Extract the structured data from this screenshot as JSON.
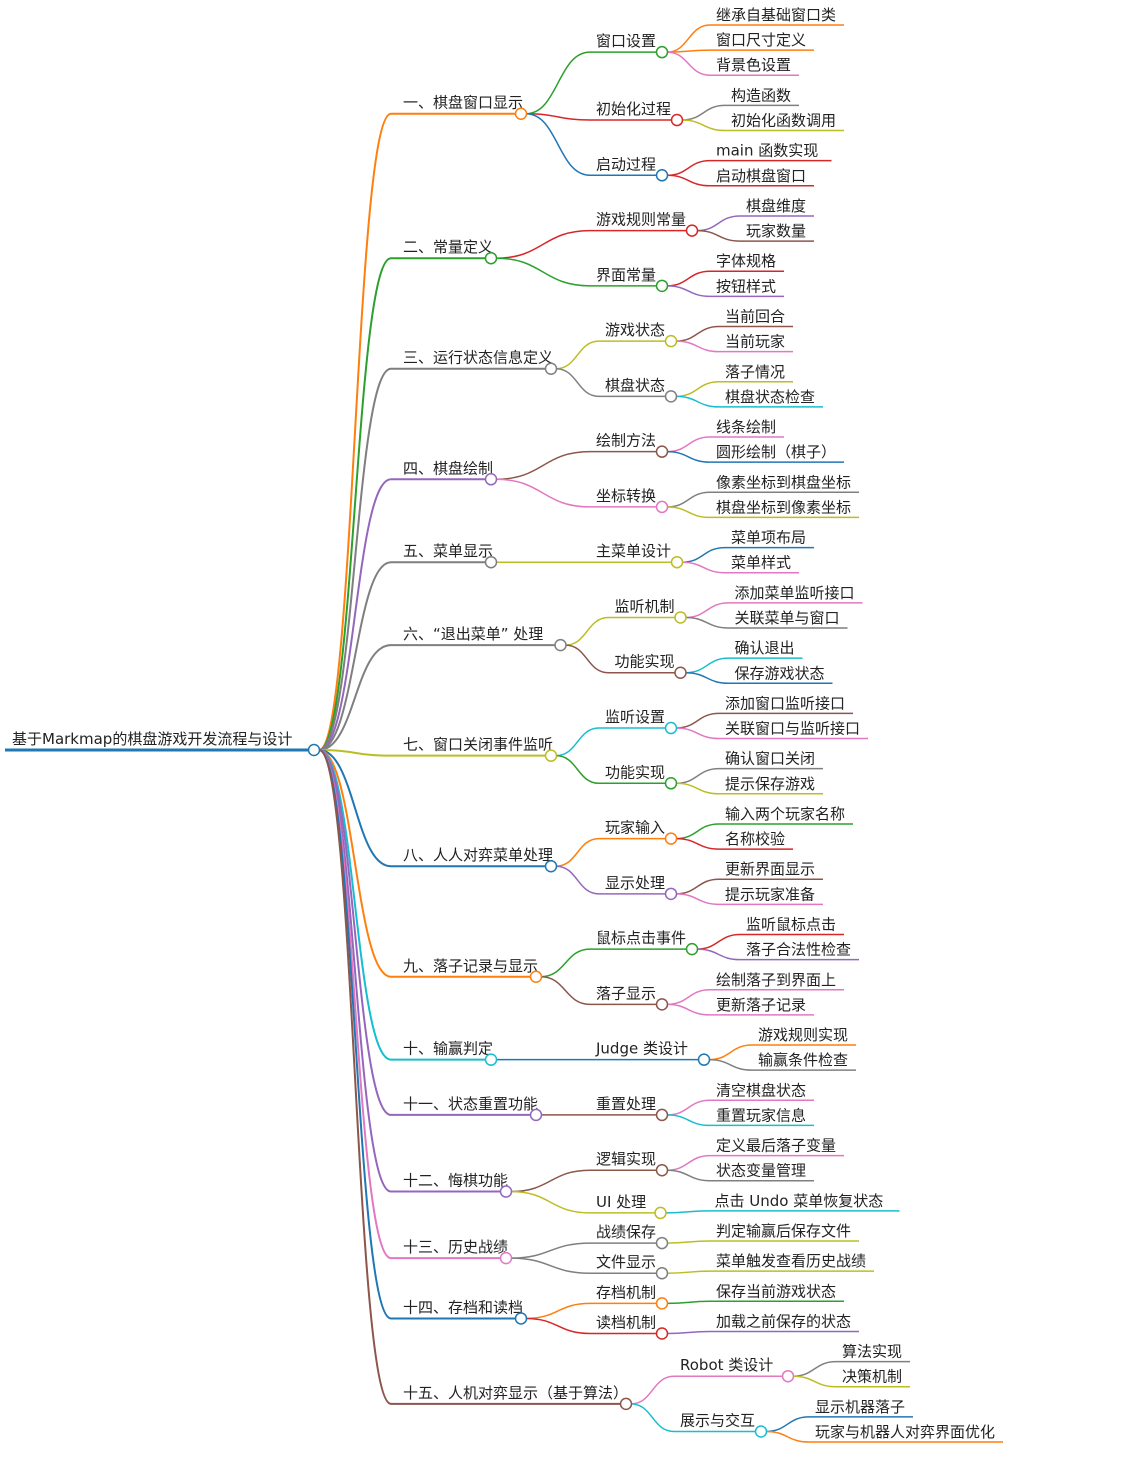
{
  "mindmap": {
    "root": {
      "label": "基于Markmap的棋盘游戏开发流程与设计",
      "color": "#1f77b4"
    },
    "branches": [
      {
        "label": "一、棋盘窗口显示",
        "color": "#ff7f0e",
        "children": [
          {
            "label": "窗口设置",
            "color": "#2ca02c",
            "children": [
              {
                "label": "继承自基础窗口类",
                "color": "#ff7f0e"
              },
              {
                "label": "窗口尺寸定义",
                "color": "#ff7f0e"
              },
              {
                "label": "背景色设置",
                "color": "#e377c2"
              }
            ]
          },
          {
            "label": "初始化过程",
            "color": "#d62728",
            "children": [
              {
                "label": "构造函数",
                "color": "#7f7f7f"
              },
              {
                "label": "初始化函数调用",
                "color": "#bcbd22"
              }
            ]
          },
          {
            "label": "启动过程",
            "color": "#1f77b4",
            "children": [
              {
                "label": "main 函数实现",
                "color": "#d62728"
              },
              {
                "label": "启动棋盘窗口",
                "color": "#d62728"
              }
            ]
          }
        ]
      },
      {
        "label": "二、常量定义",
        "color": "#2ca02c",
        "children": [
          {
            "label": "游戏规则常量",
            "color": "#d62728",
            "children": [
              {
                "label": "棋盘维度",
                "color": "#9467bd"
              },
              {
                "label": "玩家数量",
                "color": "#8c564b"
              }
            ]
          },
          {
            "label": "界面常量",
            "color": "#2ca02c",
            "children": [
              {
                "label": "字体规格",
                "color": "#d62728"
              },
              {
                "label": "按钮样式",
                "color": "#9467bd"
              }
            ]
          }
        ]
      },
      {
        "label": "三、运行状态信息定义",
        "color": "#7f7f7f",
        "children": [
          {
            "label": "游戏状态",
            "color": "#bcbd22",
            "children": [
              {
                "label": "当前回合",
                "color": "#8c564b"
              },
              {
                "label": "当前玩家",
                "color": "#e377c2"
              }
            ]
          },
          {
            "label": "棋盘状态",
            "color": "#7f7f7f",
            "children": [
              {
                "label": "落子情况",
                "color": "#bcbd22"
              },
              {
                "label": "棋盘状态检查",
                "color": "#17becf"
              }
            ]
          }
        ]
      },
      {
        "label": "四、棋盘绘制",
        "color": "#9467bd",
        "children": [
          {
            "label": "绘制方法",
            "color": "#8c564b",
            "children": [
              {
                "label": "线条绘制",
                "color": "#e377c2"
              },
              {
                "label": "圆形绘制（棋子）",
                "color": "#1f77b4"
              }
            ]
          },
          {
            "label": "坐标转换",
            "color": "#e377c2",
            "children": [
              {
                "label": "像素坐标到棋盘坐标",
                "color": "#7f7f7f"
              },
              {
                "label": "棋盘坐标到像素坐标",
                "color": "#bcbd22"
              }
            ]
          }
        ]
      },
      {
        "label": "五、菜单显示",
        "color": "#7f7f7f",
        "children": [
          {
            "label": "主菜单设计",
            "color": "#bcbd22",
            "children": [
              {
                "label": "菜单项布局",
                "color": "#1f77b4"
              },
              {
                "label": "菜单样式",
                "color": "#e377c2"
              }
            ]
          }
        ]
      },
      {
        "label": "六、“退出菜单” 处理",
        "color": "#7f7f7f",
        "children": [
          {
            "label": "监听机制",
            "color": "#bcbd22",
            "children": [
              {
                "label": "添加菜单监听接口",
                "color": "#e377c2"
              },
              {
                "label": "关联菜单与窗口",
                "color": "#7f7f7f"
              }
            ]
          },
          {
            "label": "功能实现",
            "color": "#8c564b",
            "children": [
              {
                "label": "确认退出",
                "color": "#17becf"
              },
              {
                "label": "保存游戏状态",
                "color": "#1f77b4"
              }
            ]
          }
        ]
      },
      {
        "label": "七、窗口关闭事件监听",
        "color": "#bcbd22",
        "children": [
          {
            "label": "监听设置",
            "color": "#17becf",
            "children": [
              {
                "label": "添加窗口监听接口",
                "color": "#8c564b"
              },
              {
                "label": "关联窗口与监听接口",
                "color": "#e377c2"
              }
            ]
          },
          {
            "label": "功能实现",
            "color": "#2ca02c",
            "children": [
              {
                "label": "确认窗口关闭",
                "color": "#7f7f7f"
              },
              {
                "label": "提示保存游戏",
                "color": "#bcbd22"
              }
            ]
          }
        ]
      },
      {
        "label": "八、人人对弈菜单处理",
        "color": "#1f77b4",
        "children": [
          {
            "label": "玩家输入",
            "color": "#ff7f0e",
            "children": [
              {
                "label": "输入两个玩家名称",
                "color": "#2ca02c"
              },
              {
                "label": "名称校验",
                "color": "#d62728"
              }
            ]
          },
          {
            "label": "显示处理",
            "color": "#9467bd",
            "children": [
              {
                "label": "更新界面显示",
                "color": "#8c564b"
              },
              {
                "label": "提示玩家准备",
                "color": "#e377c2"
              }
            ]
          }
        ]
      },
      {
        "label": "九、落子记录与显示",
        "color": "#ff7f0e",
        "children": [
          {
            "label": "鼠标点击事件",
            "color": "#2ca02c",
            "children": [
              {
                "label": "监听鼠标点击",
                "color": "#d62728"
              },
              {
                "label": "落子合法性检查",
                "color": "#9467bd"
              }
            ]
          },
          {
            "label": "落子显示",
            "color": "#8c564b",
            "children": [
              {
                "label": "绘制落子到界面上",
                "color": "#e377c2"
              },
              {
                "label": "更新落子记录",
                "color": "#e377c2"
              }
            ]
          }
        ]
      },
      {
        "label": "十、输赢判定",
        "color": "#17becf",
        "children": [
          {
            "label": "Judge 类设计",
            "color": "#1f77b4",
            "children": [
              {
                "label": "游戏规则实现",
                "color": "#ff7f0e"
              },
              {
                "label": "输赢条件检查",
                "color": "#7f7f7f"
              }
            ]
          }
        ]
      },
      {
        "label": "十一、状态重置功能",
        "color": "#9467bd",
        "children": [
          {
            "label": "重置处理",
            "color": "#8c564b",
            "children": [
              {
                "label": "清空棋盘状态",
                "color": "#e377c2"
              },
              {
                "label": "重置玩家信息",
                "color": "#17becf"
              }
            ]
          }
        ]
      },
      {
        "label": "十二、悔棋功能",
        "color": "#9467bd",
        "children": [
          {
            "label": "逻辑实现",
            "color": "#8c564b",
            "children": [
              {
                "label": "定义最后落子变量",
                "color": "#e377c2"
              },
              {
                "label": "状态变量管理",
                "color": "#7f7f7f"
              }
            ]
          },
          {
            "label": "UI 处理",
            "color": "#bcbd22",
            "children": [
              {
                "label": "点击 Undo 菜单恢复状态",
                "color": "#17becf"
              }
            ]
          }
        ]
      },
      {
        "label": "十三、历史战绩",
        "color": "#e377c2",
        "children": [
          {
            "label": "战绩保存",
            "color": "#7f7f7f",
            "children": [
              {
                "label": "判定输赢后保存文件",
                "color": "#bcbd22"
              }
            ]
          },
          {
            "label": "文件显示",
            "color": "#7f7f7f",
            "children": [
              {
                "label": "菜单触发查看历史战绩",
                "color": "#bcbd22"
              }
            ]
          }
        ]
      },
      {
        "label": "十四、存档和读档",
        "color": "#1f77b4",
        "children": [
          {
            "label": "存档机制",
            "color": "#ff7f0e",
            "children": [
              {
                "label": "保存当前游戏状态",
                "color": "#2ca02c"
              }
            ]
          },
          {
            "label": "读档机制",
            "color": "#d62728",
            "children": [
              {
                "label": "加载之前保存的状态",
                "color": "#9467bd"
              }
            ]
          }
        ]
      },
      {
        "label": "十五、人机对弈显示（基于算法）",
        "color": "#8c564b",
        "children": [
          {
            "label": "Robot 类设计",
            "color": "#e377c2",
            "children": [
              {
                "label": "算法实现",
                "color": "#7f7f7f"
              },
              {
                "label": "决策机制",
                "color": "#bcbd22"
              }
            ]
          },
          {
            "label": "展示与交互",
            "color": "#17becf",
            "children": [
              {
                "label": "显示机器落子",
                "color": "#1f77b4"
              },
              {
                "label": "玩家与机器人对弈界面优化",
                "color": "#ff7f0e"
              }
            ]
          }
        ]
      }
    ]
  }
}
